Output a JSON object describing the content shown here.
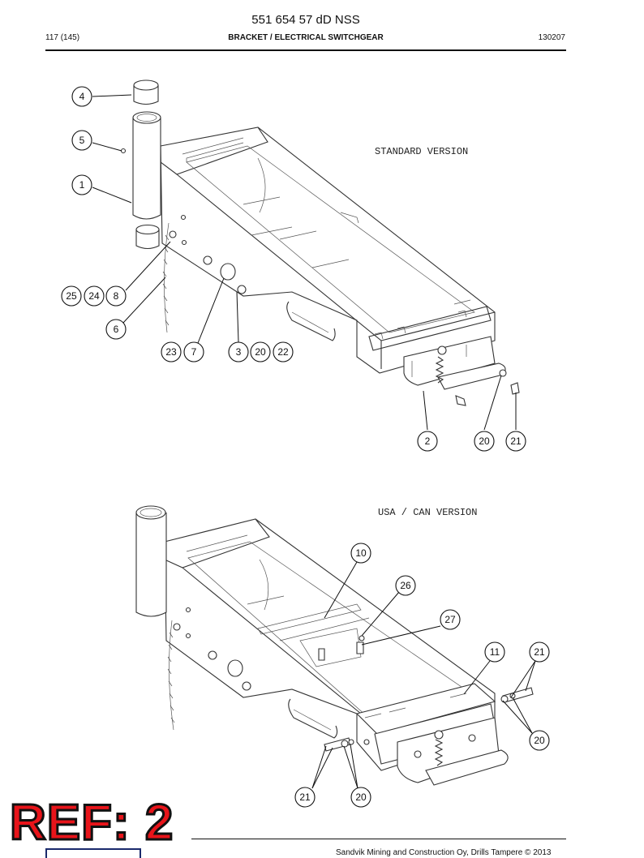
{
  "header": {
    "doc_number": "551 654 57 dD NSS",
    "page": "117 (145)",
    "title": "BRACKET / ELECTRICAL SWITCHGEAR",
    "date": "130207"
  },
  "top_view": {
    "label": "STANDARD VERSION",
    "callouts": [
      "4",
      "5",
      "1",
      "25",
      "24",
      "8",
      "6",
      "23",
      "7",
      "3",
      "20",
      "22",
      "2",
      "20",
      "21"
    ]
  },
  "bottom_view": {
    "label": "USA / CAN VERSION",
    "callouts": [
      "10",
      "26",
      "27",
      "11",
      "21",
      "20",
      "21",
      "20"
    ]
  },
  "footer": {
    "copyright": "Sandvik Mining and Construction Oy, Drills Tampere © 2013"
  },
  "stamp": {
    "text": "REF: 2"
  }
}
